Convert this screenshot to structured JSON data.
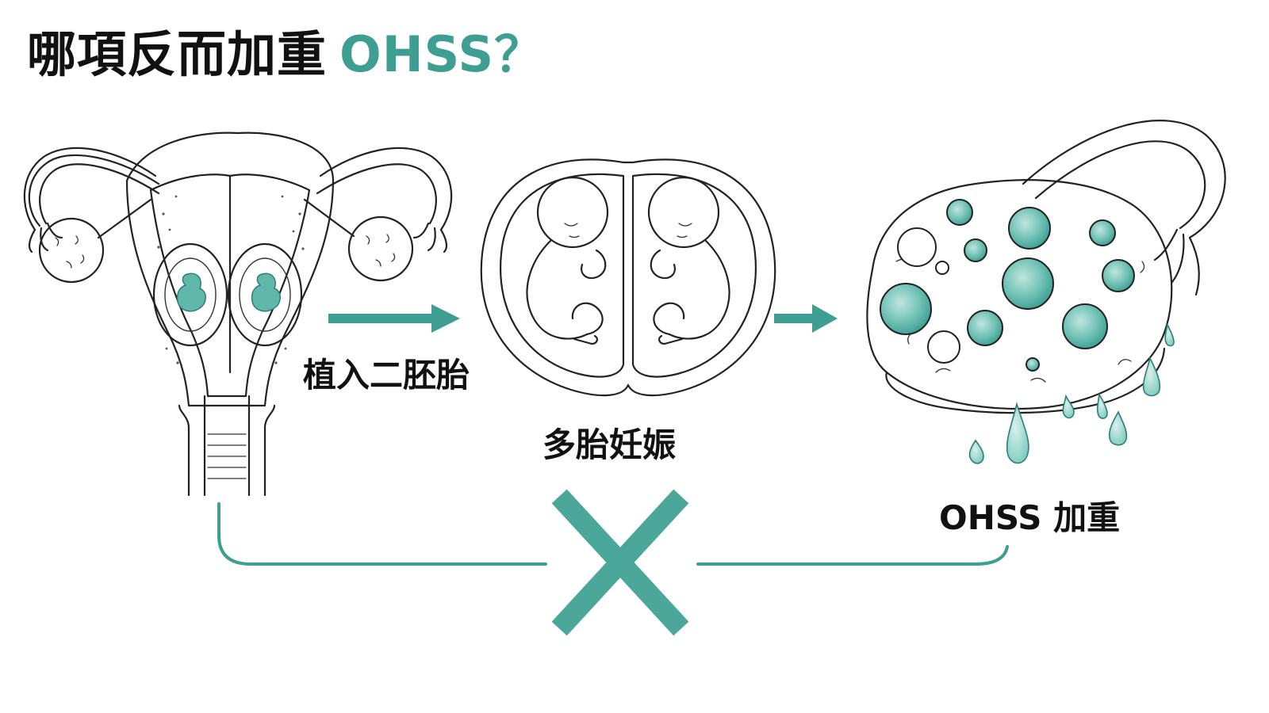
{
  "title": {
    "main": "哪項反而加重",
    "accent": "OHSS？"
  },
  "steps": [
    {
      "label": "植入二胚胎"
    },
    {
      "label": "多胎妊娠"
    },
    {
      "label": "OHSS 加重"
    }
  ],
  "colors": {
    "accent": "#3e9e92",
    "ink": "#111111",
    "background": "#ffffff"
  },
  "icons": [
    "uterus-icon",
    "twin-fetuses-icon",
    "enlarged-ovary-icon",
    "arrow-right-icon",
    "cross-icon"
  ]
}
